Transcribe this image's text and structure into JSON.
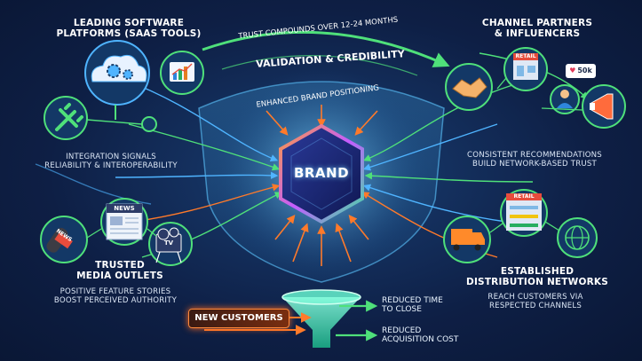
{
  "sections": {
    "software": {
      "title_line1": "Leading Software",
      "title_line2": "Platforms (SaaS Tools)",
      "sub_line1": "Integration Signals",
      "sub_line2": "Reliability & Interoperability"
    },
    "partners": {
      "title_line1": "Channel Partners",
      "title_line2": "& Influencers",
      "sub_line1": "Consistent Recommendations",
      "sub_line2": "Build Network-Based Trust"
    },
    "media": {
      "title_line1": "Trusted",
      "title_line2": "Media Outlets",
      "sub_line1": "Positive Feature Stories",
      "sub_line2": "Boost Perceived Authority"
    },
    "distribution": {
      "title_line1": "Established",
      "title_line2": "Distribution Networks",
      "sub_line1": "Reach Customers via",
      "sub_line2": "Respected Channels"
    }
  },
  "center": {
    "brand": "BRAND",
    "trust_arc": "Trust Compounds Over 12-24 Months",
    "validation": "Validation & Credibility",
    "positioning": "Enhanced Brand Positioning"
  },
  "funnel": {
    "input": "New Customers",
    "outcome1_line1": "Reduced Time",
    "outcome1_line2": "to Close",
    "outcome2_line1": "Reduced",
    "outcome2_line2": "Acquisition Cost"
  },
  "icon_labels": {
    "news": "NEWS",
    "tv": "TV",
    "mic": "NEWS",
    "retail_top": "RETAIL",
    "retail_bottom": "RETAIL",
    "followers": "50k"
  },
  "colors": {
    "accent_orange": "#ff7a2a",
    "accent_green": "#4fe07a",
    "accent_blue": "#4fb4ff",
    "accent_purple": "#a05cff"
  }
}
